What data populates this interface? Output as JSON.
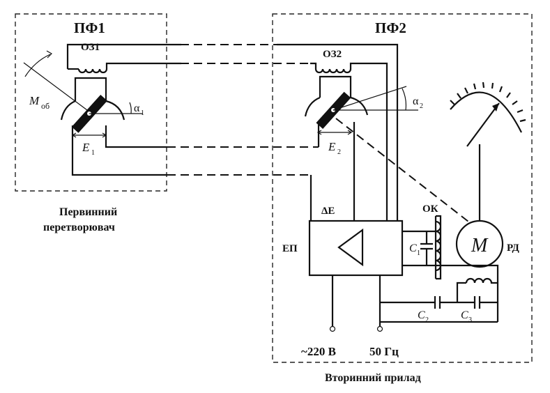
{
  "primary": {
    "block_label": "ПФ1",
    "winding_label": "ОЗ1",
    "torque_label": "М",
    "torque_sub": "об",
    "angle_label": "α",
    "angle_sub": "1",
    "emf_label": "E",
    "emf_sub": "1",
    "caption_line1": "Первинний",
    "caption_line2": "перетворювач"
  },
  "secondary": {
    "block_label": "ПФ2",
    "winding_label": "ОЗ2",
    "angle_label": "α",
    "angle_sub": "2",
    "emf_label": "E",
    "emf_sub": "2",
    "delta_label": "ΔE",
    "amp_label": "ЕП",
    "ok_label": "ОК",
    "c1_label": "C",
    "c1_sub": "1",
    "motor_symbol": "M",
    "motor_label": "РД",
    "c2_label": "C",
    "c2_sub": "2",
    "c3_label": "C",
    "c3_sub": "3",
    "supply_voltage": "~220 В",
    "supply_freq": "50 Гц",
    "caption": "Вторинний прилад"
  }
}
